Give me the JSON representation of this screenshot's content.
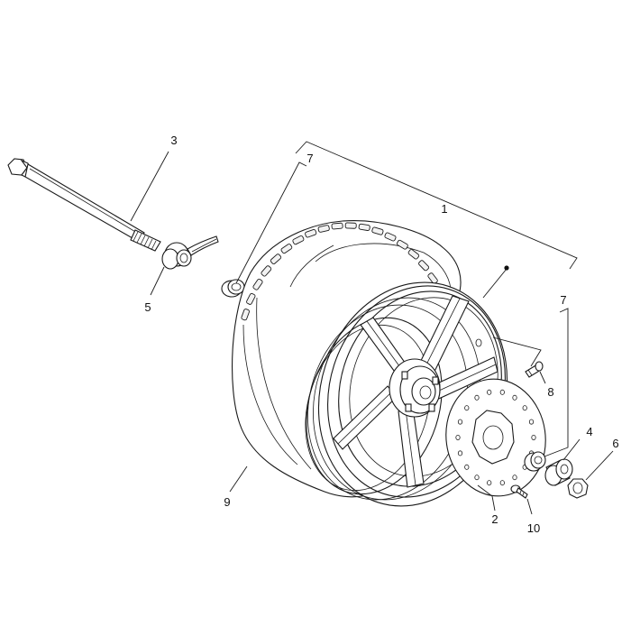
{
  "diagram": {
    "callouts": [
      {
        "id": "1",
        "text": "1"
      },
      {
        "id": "2",
        "text": "2"
      },
      {
        "id": "3",
        "text": "3"
      },
      {
        "id": "4",
        "text": "4"
      },
      {
        "id": "5",
        "text": "5"
      },
      {
        "id": "6",
        "text": "6"
      },
      {
        "id": "7a",
        "text": "7"
      },
      {
        "id": "7b",
        "text": "7"
      },
      {
        "id": "8",
        "text": "8"
      },
      {
        "id": "9",
        "text": "9"
      },
      {
        "id": "10",
        "text": "10"
      }
    ]
  }
}
